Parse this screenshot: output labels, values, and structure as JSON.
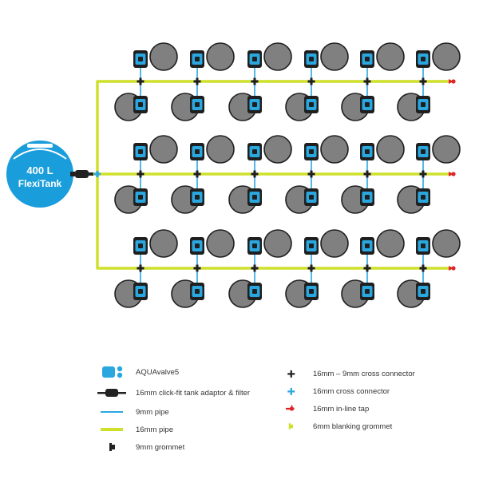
{
  "tank": {
    "line1": "400 L",
    "line2": "FlexiTank"
  },
  "layout": {
    "rows": 3,
    "pots_per_row": 12,
    "pots_top_per_row": 6,
    "pots_bottom_per_row": 6
  },
  "colors": {
    "pipe_16mm": "#cfe02a",
    "pipe_9mm": "#2aa7df",
    "tank": "#1a9ddb",
    "pot_fill": "#808080",
    "pot_outline": "#1f1f1f",
    "valve": "#2aa7df",
    "tap": "#e02424",
    "blanking": "#cfe02a"
  },
  "legend": {
    "left": [
      {
        "icon": "aquavalve-icon",
        "label": "AQUAvalve5"
      },
      {
        "icon": "tank-adaptor-filter-icon",
        "label": "16mm click-fit tank adaptor & filter"
      },
      {
        "icon": "pipe-9mm-icon",
        "label": "9mm pipe"
      },
      {
        "icon": "pipe-16mm-icon",
        "label": "16mm pipe"
      },
      {
        "icon": "grommet-9mm-icon",
        "label": "9mm grommet"
      }
    ],
    "right": [
      {
        "icon": "cross-connector-16-9-icon",
        "label": "16mm – 9mm cross connector"
      },
      {
        "icon": "cross-connector-16-icon",
        "label": "16mm cross connector"
      },
      {
        "icon": "inline-tap-icon",
        "label": "16mm in-line tap"
      },
      {
        "icon": "blanking-grommet-icon",
        "label": "6mm blanking grommet"
      }
    ]
  }
}
